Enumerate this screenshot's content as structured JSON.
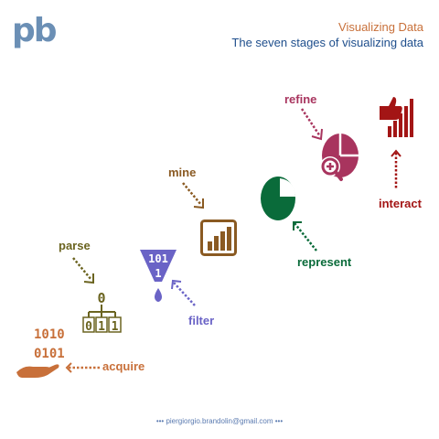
{
  "header": {
    "logo": "pb",
    "title": "Visualizing Data",
    "subtitle": "The seven stages of visualizing data"
  },
  "stages": {
    "acquire": {
      "label": "acquire",
      "line1": "1010",
      "line2": "0101",
      "icon": "hand-icon"
    },
    "parse": {
      "label": "parse",
      "icon": "binary-tree-icon",
      "root": "0",
      "leaf1": "0",
      "leaf2": "1",
      "leaf3": "1"
    },
    "filter": {
      "label": "filter",
      "icon": "funnel-icon",
      "line1": "101",
      "line2": "1"
    },
    "mine": {
      "label": "mine",
      "icon": "bar-chart-icon"
    },
    "represent": {
      "label": "represent",
      "icon": "pie-chart-icon"
    },
    "refine": {
      "label": "refine",
      "icon": "zoom-pie-icon"
    },
    "interact": {
      "label": "interact",
      "icon": "thumbs-up-chart-icon"
    }
  },
  "footer": {
    "email": "••• piergiorgio.brandolin@gmail.com •••"
  },
  "colors": {
    "logo": "#6b8fb5",
    "title": "#c8703a",
    "subtitle": "#1e4e8c",
    "acquire": "#c8703a",
    "parse": "#6b6420",
    "filter": "#6a63c6",
    "mine": "#8a5a22",
    "represent": "#0a6b3a",
    "refine": "#a8345e",
    "interact": "#a31515",
    "footer": "#5a7ab0"
  }
}
